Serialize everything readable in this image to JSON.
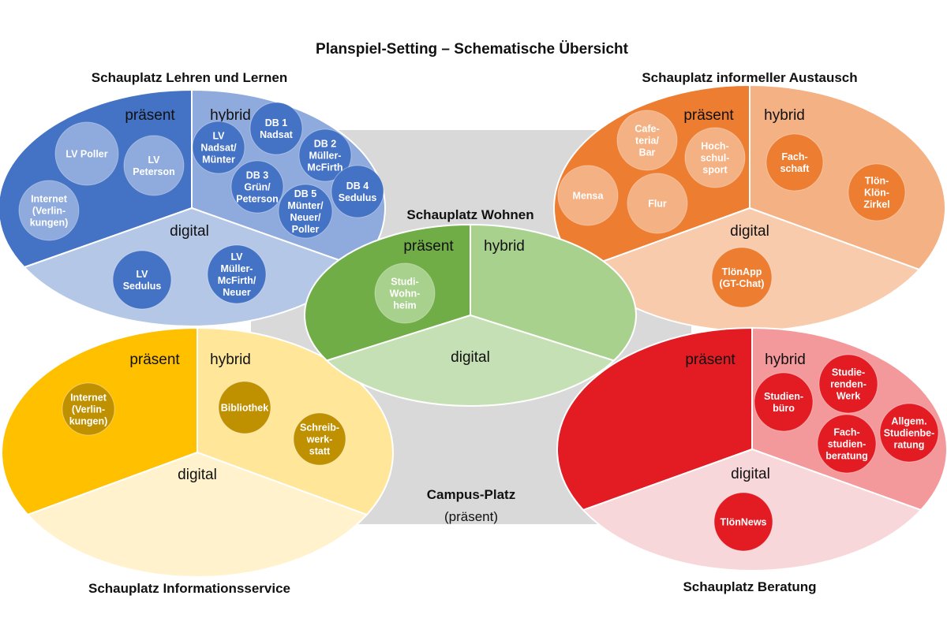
{
  "title": "Planspiel-Setting – Schematische Übersicht",
  "campus": {
    "label": "Campus-Platz",
    "mode": "(präsent)"
  },
  "sections": {
    "praesent": "präsent",
    "hybrid": "hybrid",
    "digital": "digital"
  },
  "venues": [
    {
      "id": "lehren",
      "title": "Schauplatz Lehren und Lernen",
      "colors": {
        "praesent": "#4472c4",
        "hybrid": "#8faadc",
        "digital": "#b4c7e7",
        "node_light": "#8faadc",
        "node_dark": "#4472c4"
      },
      "nodes": [
        {
          "lines": [
            "LV Poller"
          ],
          "section": "praesent"
        },
        {
          "lines": [
            "LV",
            "Peterson"
          ],
          "section": "praesent"
        },
        {
          "lines": [
            "Internet",
            "(Verlin-",
            "kungen)"
          ],
          "section": "praesent"
        },
        {
          "lines": [
            "LV",
            "Nadsat/",
            "Münter"
          ],
          "section": "hybrid"
        },
        {
          "lines": [
            "DB 1",
            "Nadsat"
          ],
          "section": "hybrid"
        },
        {
          "lines": [
            "DB 2",
            "Müller-",
            "McFirth"
          ],
          "section": "hybrid"
        },
        {
          "lines": [
            "DB 3",
            "Grün/",
            "Peterson"
          ],
          "section": "hybrid"
        },
        {
          "lines": [
            "DB 5",
            "Münter/",
            "Neuer/",
            "Poller"
          ],
          "section": "hybrid"
        },
        {
          "lines": [
            "DB 4",
            "Sedulus"
          ],
          "section": "hybrid"
        },
        {
          "lines": [
            "LV",
            "Sedulus"
          ],
          "section": "digital"
        },
        {
          "lines": [
            "LV",
            "Müller-",
            "McFirth/",
            "Neuer"
          ],
          "section": "digital"
        }
      ]
    },
    {
      "id": "austausch",
      "title": "Schauplatz informeller Austausch",
      "colors": {
        "praesent": "#ed7d31",
        "hybrid": "#f4b183",
        "digital": "#f8cbad",
        "node_light": "#f4b183",
        "node_dark": "#ed7d31"
      },
      "nodes": [
        {
          "lines": [
            "Cafe-",
            "teria/",
            "Bar"
          ],
          "section": "praesent"
        },
        {
          "lines": [
            "Hoch-",
            "schul-",
            "sport"
          ],
          "section": "praesent"
        },
        {
          "lines": [
            "Mensa"
          ],
          "section": "praesent"
        },
        {
          "lines": [
            "Flur"
          ],
          "section": "praesent"
        },
        {
          "lines": [
            "Fach-",
            "schaft"
          ],
          "section": "hybrid"
        },
        {
          "lines": [
            "Tlön-",
            "Klön-",
            "Zirkel"
          ],
          "section": "hybrid"
        },
        {
          "lines": [
            "TlönApp",
            "(GT-Chat)"
          ],
          "section": "digital"
        }
      ]
    },
    {
      "id": "info",
      "title": "Schauplatz Informationsservice",
      "colors": {
        "praesent": "#ffc000",
        "hybrid": "#ffe699",
        "digital": "#fff2cc",
        "node_light": "#bf9000",
        "node_dark": "#bf9000"
      },
      "nodes": [
        {
          "lines": [
            "Internet",
            "(Verlin-",
            "kungen)"
          ],
          "section": "praesent"
        },
        {
          "lines": [
            "Bibliothek"
          ],
          "section": "hybrid"
        },
        {
          "lines": [
            "Schreib-",
            "werk-",
            "statt"
          ],
          "section": "hybrid"
        }
      ]
    },
    {
      "id": "beratung",
      "title": "Schauplatz Beratung",
      "colors": {
        "praesent": "#e31b23",
        "hybrid": "#f4999b",
        "digital": "#f8d7da",
        "node_light": "#e31b23",
        "node_dark": "#e31b23"
      },
      "nodes": [
        {
          "lines": [
            "Studien-",
            "büro"
          ],
          "section": "hybrid"
        },
        {
          "lines": [
            "Studie-",
            "renden-",
            "Werk"
          ],
          "section": "hybrid"
        },
        {
          "lines": [
            "Fach-",
            "studien-",
            "beratung"
          ],
          "section": "hybrid"
        },
        {
          "lines": [
            "Allgem.",
            "Studienbe-",
            "ratung"
          ],
          "section": "hybrid"
        },
        {
          "lines": [
            "TlönNews"
          ],
          "section": "digital"
        }
      ]
    },
    {
      "id": "wohnen",
      "title": "Schauplatz Wohnen",
      "colors": {
        "praesent": "#70ad47",
        "hybrid": "#a9d18e",
        "digital": "#c5e0b4",
        "node_light": "#a9d18e",
        "node_dark": "#a9d18e"
      },
      "nodes": [
        {
          "lines": [
            "Studi-",
            "Wohn-",
            "heim"
          ],
          "section": "praesent"
        }
      ]
    }
  ]
}
